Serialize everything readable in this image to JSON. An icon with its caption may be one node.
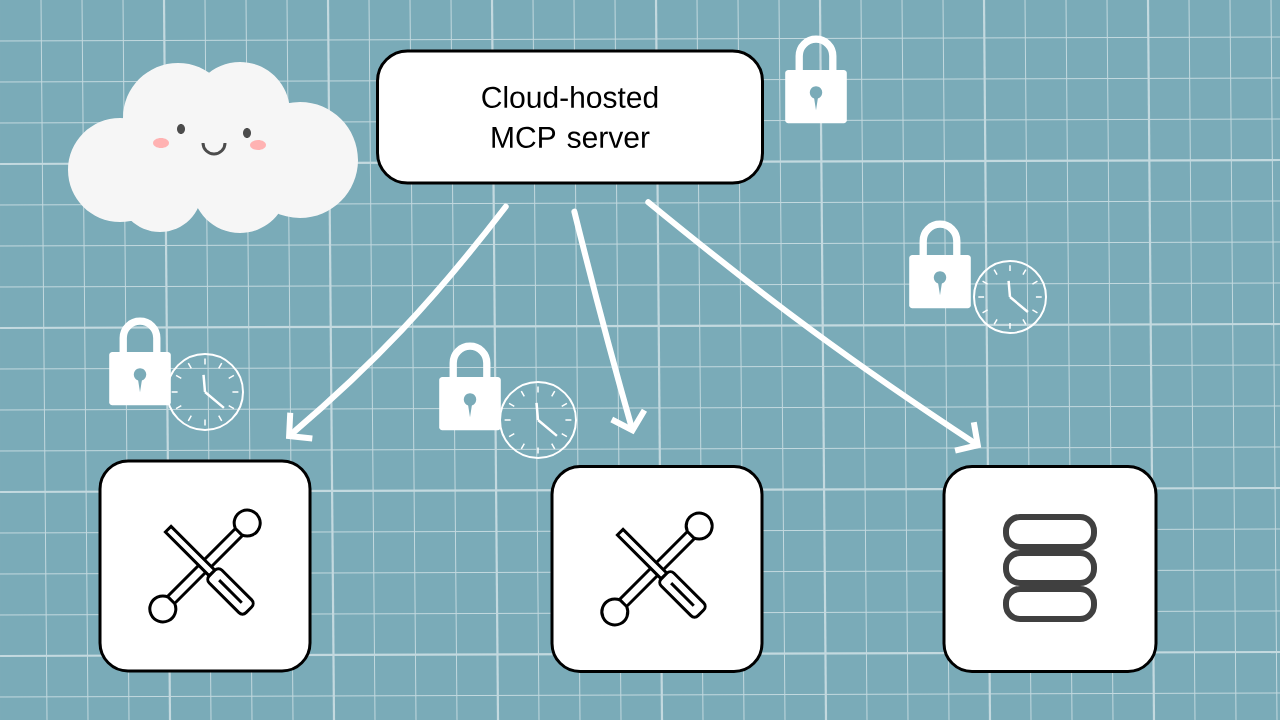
{
  "diagram": {
    "nodes": [
      {
        "text": [
          "Cloud-hosted MCP server"
        ]
      },
      {
        "text": [],
        "shape": "box"
      },
      {
        "text": [],
        "shape": "box"
      },
      {
        "text": [],
        "shape": "box"
      }
    ],
    "edges": [
      {
        "from": 0,
        "to": 1,
        "arrow": "to"
      },
      {
        "from": 0,
        "to": 2,
        "arrow": "to"
      },
      {
        "from": 0,
        "to": 3,
        "arrow": "to"
      }
    ]
  }
}
